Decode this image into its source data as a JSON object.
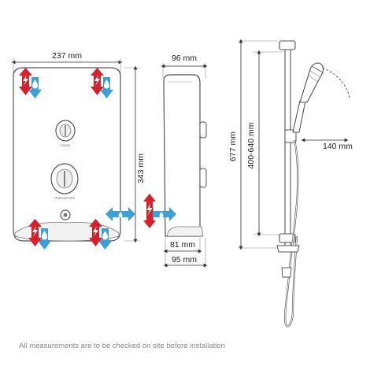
{
  "front": {
    "width_label": "237 mm",
    "height_label": "343 mm",
    "knob_top_caption": "POWER",
    "knob_bottom_caption": "TEMPERATURE"
  },
  "side": {
    "depth_label": "96 mm",
    "lower_depth_label": "81 mm",
    "base_depth_label": "95 mm"
  },
  "rail": {
    "total_height_label": "677 mm",
    "adjust_label": "400-640 mm",
    "head_offset_label": "140 mm"
  },
  "footer_note": "All measurements are to be checked on site before installation",
  "colors": {
    "hot": "#d7212a",
    "cold": "#3c9fd6",
    "outline": "#555555"
  },
  "icons": {
    "entry_point": "hot-cold-arrow-icon",
    "side_entry": "blue-two-way-arrow-icon"
  }
}
